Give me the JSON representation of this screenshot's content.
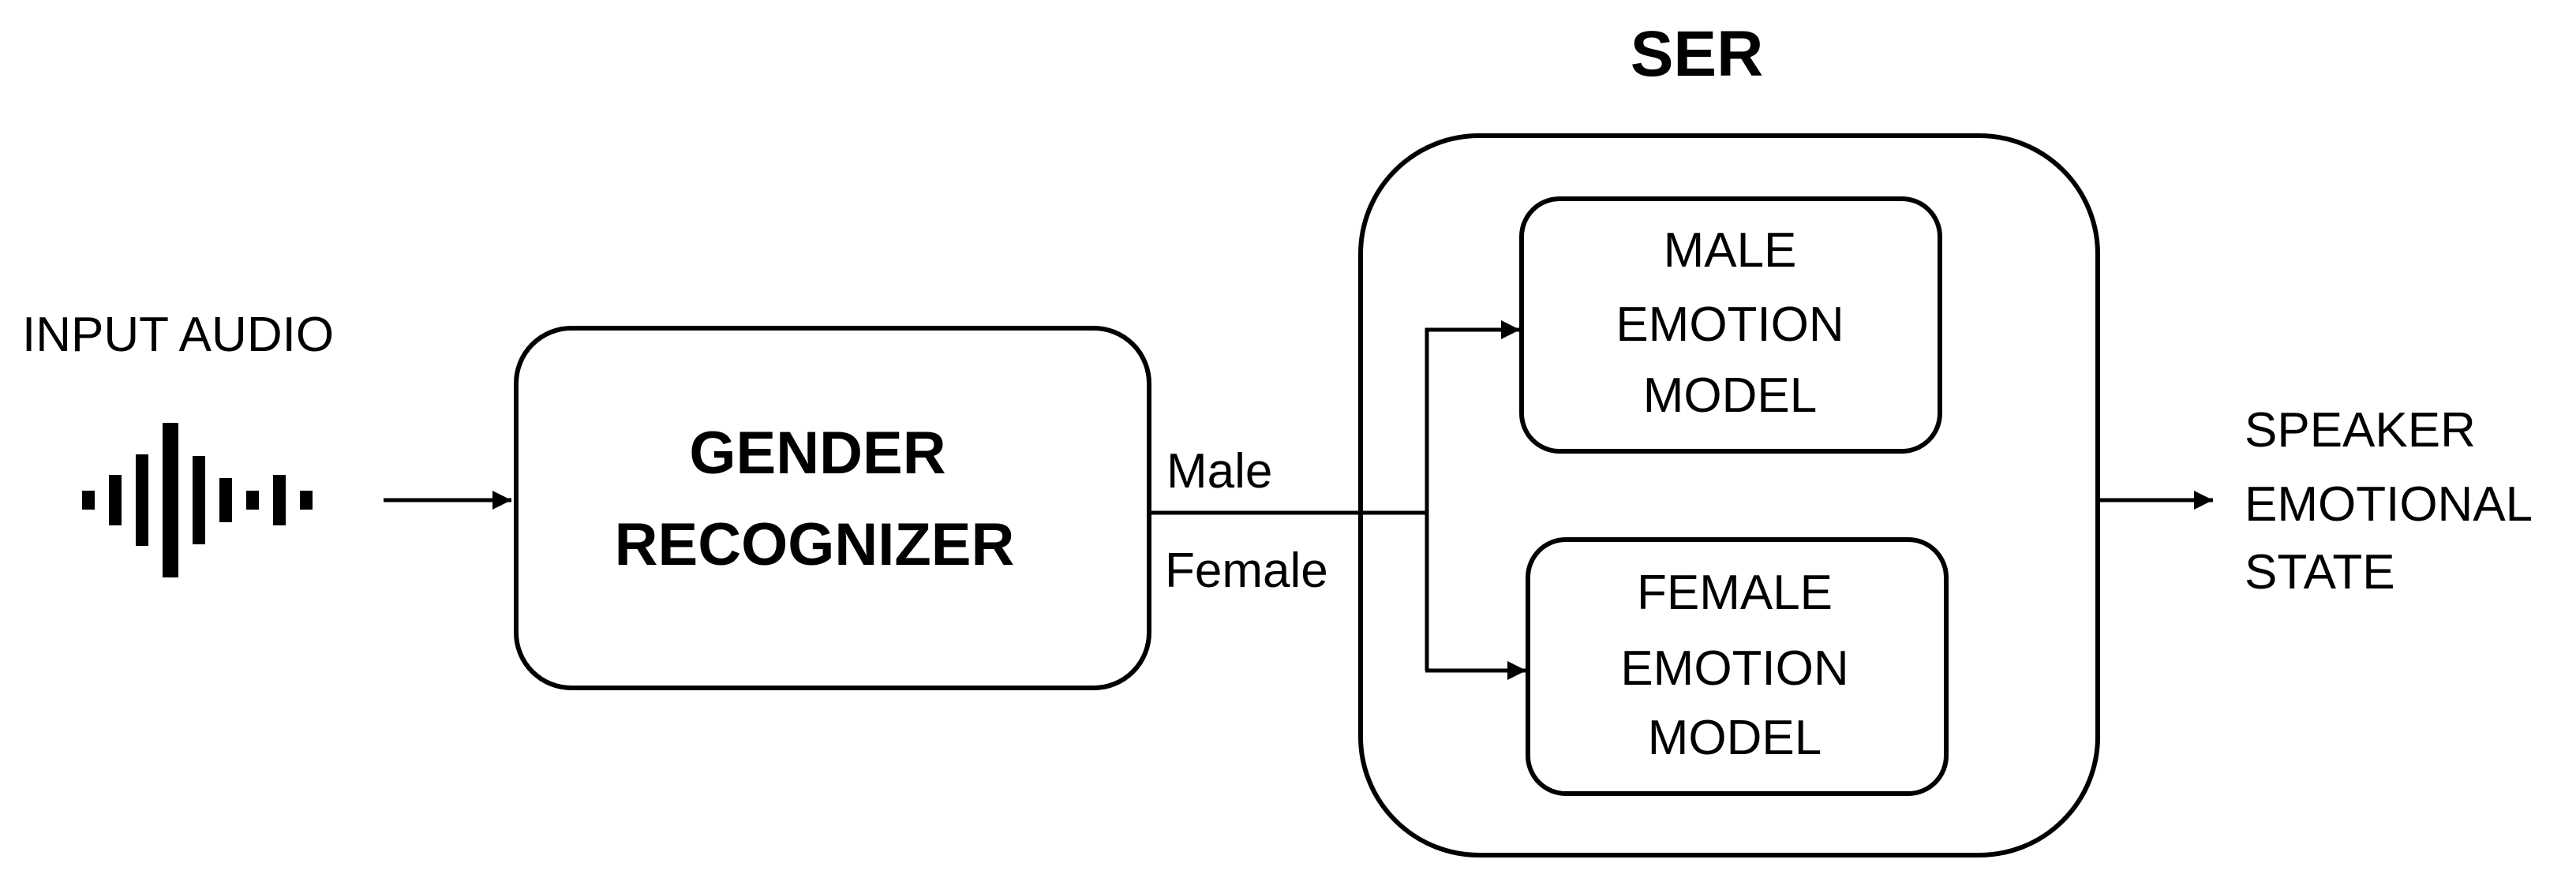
{
  "input": {
    "label": "INPUT AUDIO",
    "icon": "audio-waveform-icon"
  },
  "gender_recognizer": {
    "lines": [
      "GENDER",
      "RECOGNIZER"
    ]
  },
  "branches": {
    "male": "Male",
    "female": "Female"
  },
  "ser": {
    "title": "SER",
    "male_model": [
      "MALE",
      "EMOTION",
      "MODEL"
    ],
    "female_model": [
      "FEMALE",
      "EMOTION",
      "MODEL"
    ]
  },
  "output": {
    "lines": [
      "SPEAKER",
      "EMOTIONAL",
      "STATE"
    ]
  },
  "colors": {
    "stroke": "#000000",
    "background": "#ffffff"
  }
}
